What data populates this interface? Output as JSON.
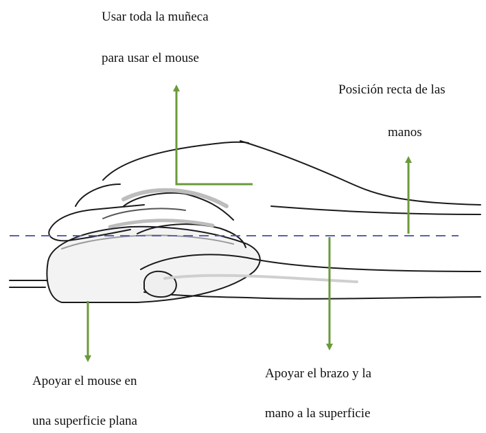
{
  "labels": {
    "wrist_line1": "Usar toda la muñeca",
    "wrist_line2": "para usar el mouse",
    "hands_line1": "Posición recta de las",
    "hands_line2": "manos",
    "mouse_line1": "Apoyar el mouse en",
    "mouse_line2": "una superficie plana",
    "arm_line1": "Apoyar el brazo y la",
    "arm_line2": "mano a la superficie"
  },
  "colors": {
    "arrow": "#6a9a3a",
    "guide_line": "#5a5fb0",
    "ink": "#1a1a1a",
    "shade": "#bdbdbd"
  },
  "icons": {
    "illustration": "hand-on-mouse-illustration"
  }
}
